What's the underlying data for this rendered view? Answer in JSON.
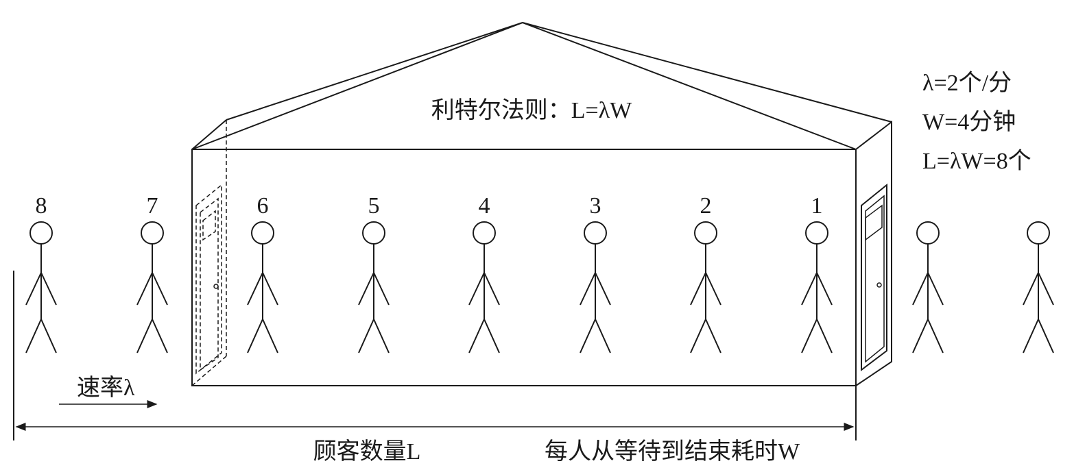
{
  "title": "利特尔法则：L=λW",
  "formulas": [
    "λ=2个/分",
    "W=4分钟",
    "L=λW=8个"
  ],
  "person_numbers": [
    "8",
    "7",
    "6",
    "5",
    "4",
    "3",
    "2",
    "1"
  ],
  "rate_label": "速率λ",
  "bottom_labels": {
    "count": "顾客数量L",
    "time": "每人从等待到结束耗时W"
  },
  "colors": {
    "line": "#1a1a1a",
    "background": "#ffffff"
  }
}
